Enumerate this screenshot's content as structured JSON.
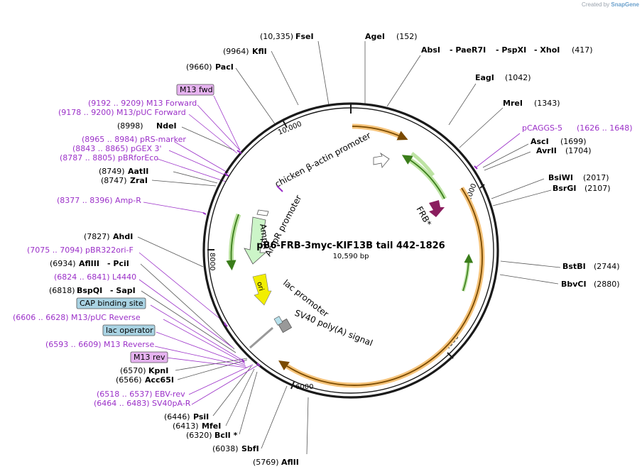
{
  "credit": {
    "prefix": "Created by",
    "brand": "SnapGene"
  },
  "plasmid": {
    "name": "pB6-FRB-3myc-KIF13B tail 442-1826",
    "size": "10,590 bp"
  },
  "tick_labels": [
    "10,000",
    "2000",
    "4000",
    "6000",
    "8000"
  ],
  "features": {
    "frb": "FRB*",
    "ori": "ori",
    "chicken_actin": "chicken β-actin promoter",
    "ampr": "AmpR",
    "ampr_promoter": "AmpR promoter",
    "lac_promoter": "lac promoter",
    "sv40": "SV40 poly(A) signal"
  },
  "labels": {
    "ecoRV_left": "(10,335)",
    "fsei": "FseI",
    "agei": "AgeI",
    "agei_pos": "(152)",
    "absi": "AbsI",
    "paer7i": "- PaeR7I",
    "pspxi": "- PspXI",
    "xhoi": "- XhoI",
    "xhoi_pos": "(417)",
    "kfli_pos": "(9964)",
    "kfli": "KflI",
    "paci_pos": "(9660)",
    "paci": "PacI",
    "eagi": "EagI",
    "eagi_pos": "(1042)",
    "mrei": "MreI",
    "mrei_pos": "(1343)",
    "m13fwd_box": "M13 fwd",
    "m13_forward": "(9192 .. 9209)  M13 Forward",
    "m13puc_forward": "(9178 .. 9200)  M13/pUC Forward",
    "ndei_pos": "(8998)",
    "ndei": "NdeI",
    "prs_marker": "(8965 .. 8984)  pRS-marker",
    "pgex3": "(8843 .. 8865)  pGEX 3'",
    "pbrforeco": "(8787 .. 8805)  pBRforEco",
    "aatii_pos": "(8749)",
    "aatii": "AatII",
    "zrai_pos": "(8747)",
    "zrai": "ZraI",
    "amp_r": "(8377 .. 8396)  Amp-R",
    "ahdi_pos": "(7827)",
    "ahdi": "AhdI",
    "pbr322ori": "(7075 .. 7094)  pBR322ori-F",
    "afliii_pos": "(6934)",
    "afliii": "AflIII",
    "pcii": "- PciI",
    "l4440": "(6824 .. 6841)  L4440",
    "bspqi_pos": "(6818)",
    "bspqi": "BspQI",
    "sapi": "- SapI",
    "cap_box": "CAP binding site",
    "m13puc_reverse": "(6606 .. 6628)  M13/pUC Reverse",
    "lac_box": "lac operator",
    "m13_reverse": "(6593 .. 6609)  M13 Reverse",
    "m13rev_box": "M13 rev",
    "kpni_pos": "(6570)",
    "kpni": "KpnI",
    "acc65i_pos": "(6566)",
    "acc65i": "Acc65I",
    "ebv_rev": "(6518 .. 6537)  EBV-rev",
    "sv40pa_r": "(6464 .. 6483)  SV40pA-R",
    "psii_pos": "(6446)",
    "psii": "PsiI",
    "mfei_pos": "(6413)",
    "mfei": "MfeI",
    "bcli_pos": "(6320)",
    "bcli": "BclI *",
    "sbfi_pos": "(6038)",
    "sbfi": "SbfI",
    "aflii_pos": "(5769)",
    "aflii": "AflII",
    "pcaggs": "pCAGGS-5",
    "pcaggs_pos": "(1626 .. 1648)",
    "asci": "AscI",
    "asci_pos": "(1699)",
    "avrii": "AvrII",
    "avrii_pos": "(1704)",
    "bsiwi": "BsiWI",
    "bsiwi_pos": "(2017)",
    "bsrgi": "BsrGI",
    "bsrgi_pos": "(2107)",
    "bstbi": "BstBI",
    "bstbi_pos": "(2744)",
    "bbvci": "BbvCI",
    "bbvci_pos": "(2880)"
  },
  "colors": {
    "backbone": "#1a1a1a",
    "orange_feature": "#f5a623",
    "green_feature": "#6abf3a",
    "purple_label": "#9b30c8",
    "frb": "#8b1d5e",
    "ori": "#f2ee00",
    "box_purple": "#e6b3f0",
    "box_blue": "#a9d3e3"
  }
}
